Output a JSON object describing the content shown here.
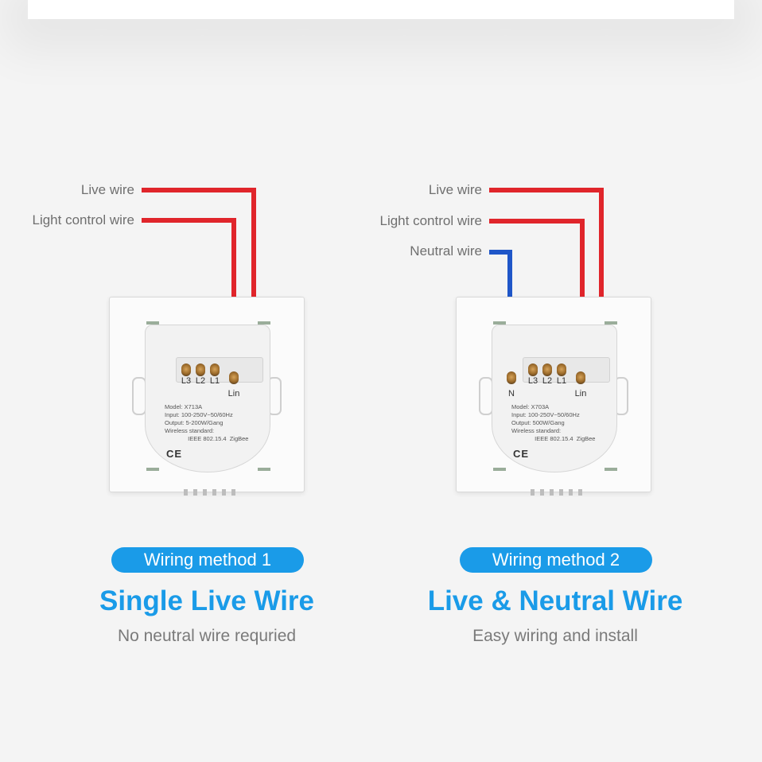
{
  "method1": {
    "wire_labels": {
      "live": "Live wire",
      "light_control": "Light control wire"
    },
    "terminals": [
      "L3",
      "L2",
      "L1",
      "Lin"
    ],
    "spec_text": "Model: X713A\nInput: 100-250V~50/60Hz\nOutput: 5-200W/Gang\nWireless standard:\n              IEEE 802.15.4  ZigBee",
    "certifications": "CE",
    "badge": "Wiring method 1",
    "title": "Single Live Wire",
    "subtitle": "No neutral wire requried"
  },
  "method2": {
    "wire_labels": {
      "live": "Live wire",
      "light_control": "Light control wire",
      "neutral": "Neutral wire"
    },
    "terminals": [
      "N",
      "L3",
      "L2",
      "L1",
      "Lin"
    ],
    "spec_text": "Model: X703A\nInput: 100-250V~50/60Hz\nOutput: 500W/Gang\nWireless standard:\n              IEEE 802.15.4  ZigBee",
    "certifications": "CE",
    "badge": "Wiring method 2",
    "title": "Live & Neutral Wire",
    "subtitle": "Easy wiring and install"
  },
  "colors": {
    "live_wire": "#e0252b",
    "neutral_wire": "#1f56c8",
    "accent": "#1a9be8"
  }
}
